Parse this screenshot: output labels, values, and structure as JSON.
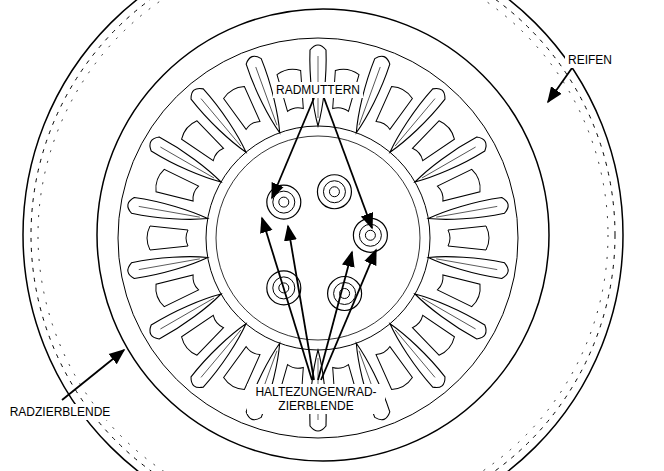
{
  "diagram": {
    "labels": [
      "RADMUTTERN",
      "REIFEN",
      "HALTEZUNGEN/RAD- ZIERBLENDE",
      "RADZIERBLENDE"
    ]
  }
}
